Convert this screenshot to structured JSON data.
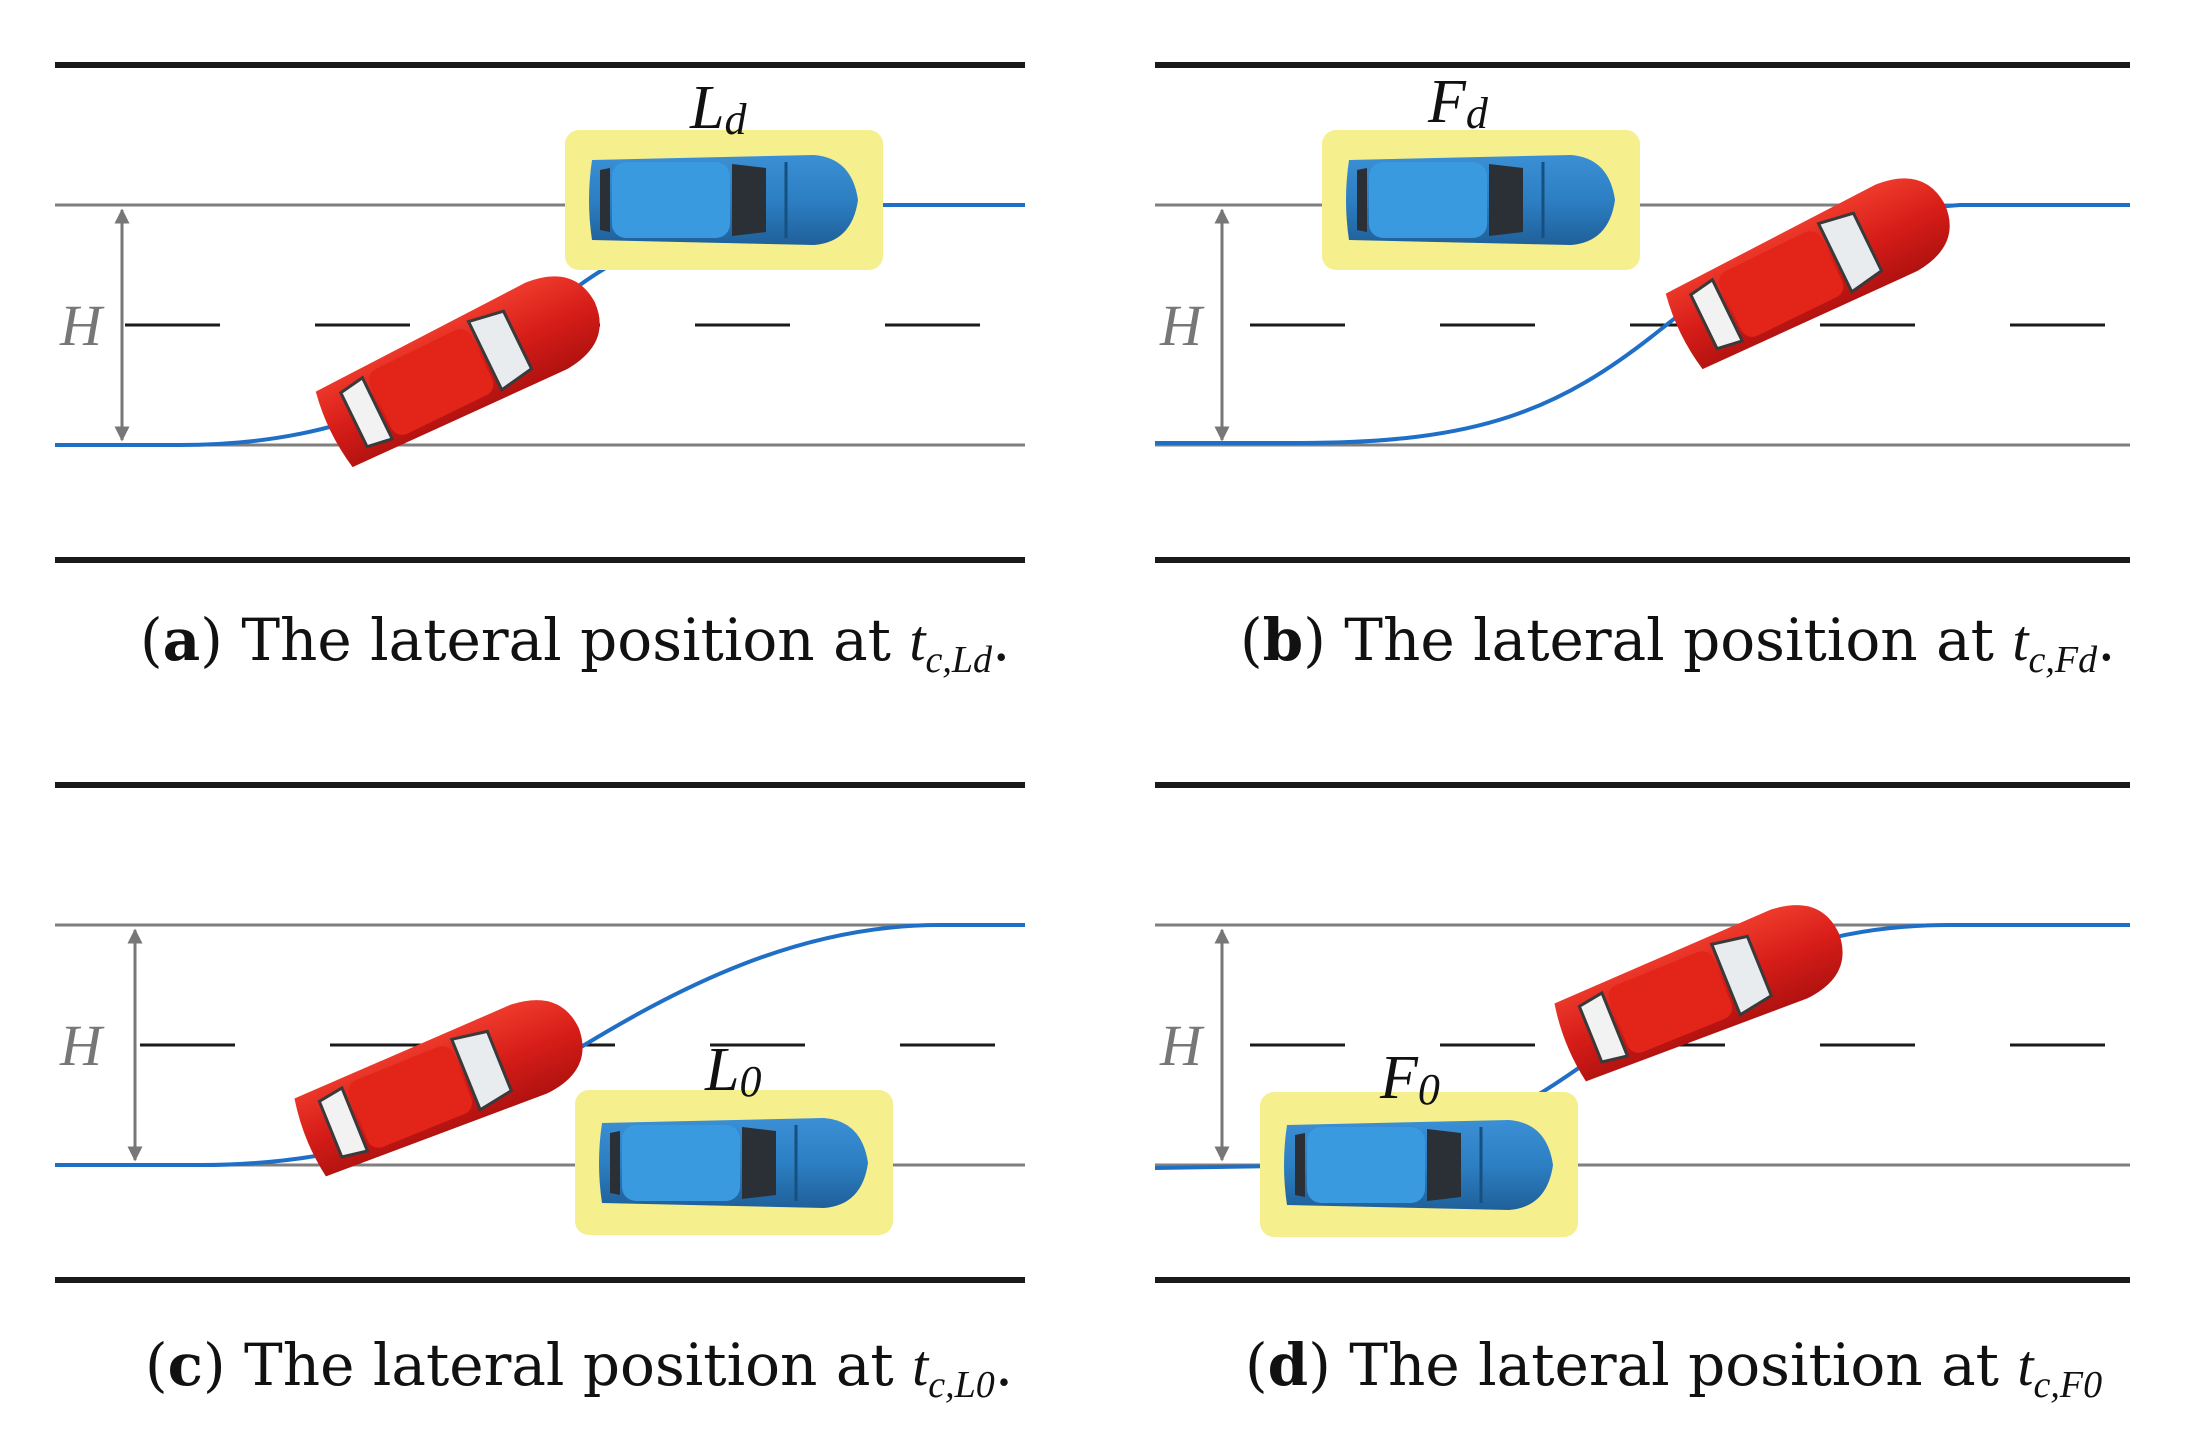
{
  "colors": {
    "road_edge": "#1a1a1a",
    "lane_line": "#7f7f7f",
    "center_dash": "#1a1a1a",
    "trajectory": "#1f6fc7",
    "highlight_box": "#f6ef8e",
    "ego_car": "#d81c1c",
    "other_car": "#2e7fc4",
    "arrow": "#777777"
  },
  "panels": [
    {
      "id": "a",
      "label": "a",
      "caption_text": "The lateral position at",
      "var_main": "t",
      "var_sub": "c,Ld",
      "end_punct": ".",
      "height_label": "H",
      "vehicle_label_main": "L",
      "vehicle_label_sub": "d"
    },
    {
      "id": "b",
      "label": "b",
      "caption_text": "The lateral position at",
      "var_main": "t",
      "var_sub": "c,Fd",
      "end_punct": ".",
      "height_label": "H",
      "vehicle_label_main": "F",
      "vehicle_label_sub": "d"
    },
    {
      "id": "c",
      "label": "c",
      "caption_text": "The lateral position at",
      "var_main": "t",
      "var_sub": "c,L0",
      "end_punct": ".",
      "height_label": "H",
      "vehicle_label_main": "L",
      "vehicle_label_sub": "0"
    },
    {
      "id": "d",
      "label": "d",
      "caption_text": "The lateral position at",
      "var_main": "t",
      "var_sub": "c,F0",
      "end_punct": "",
      "height_label": "H",
      "vehicle_label_main": "F",
      "vehicle_label_sub": "0"
    }
  ]
}
